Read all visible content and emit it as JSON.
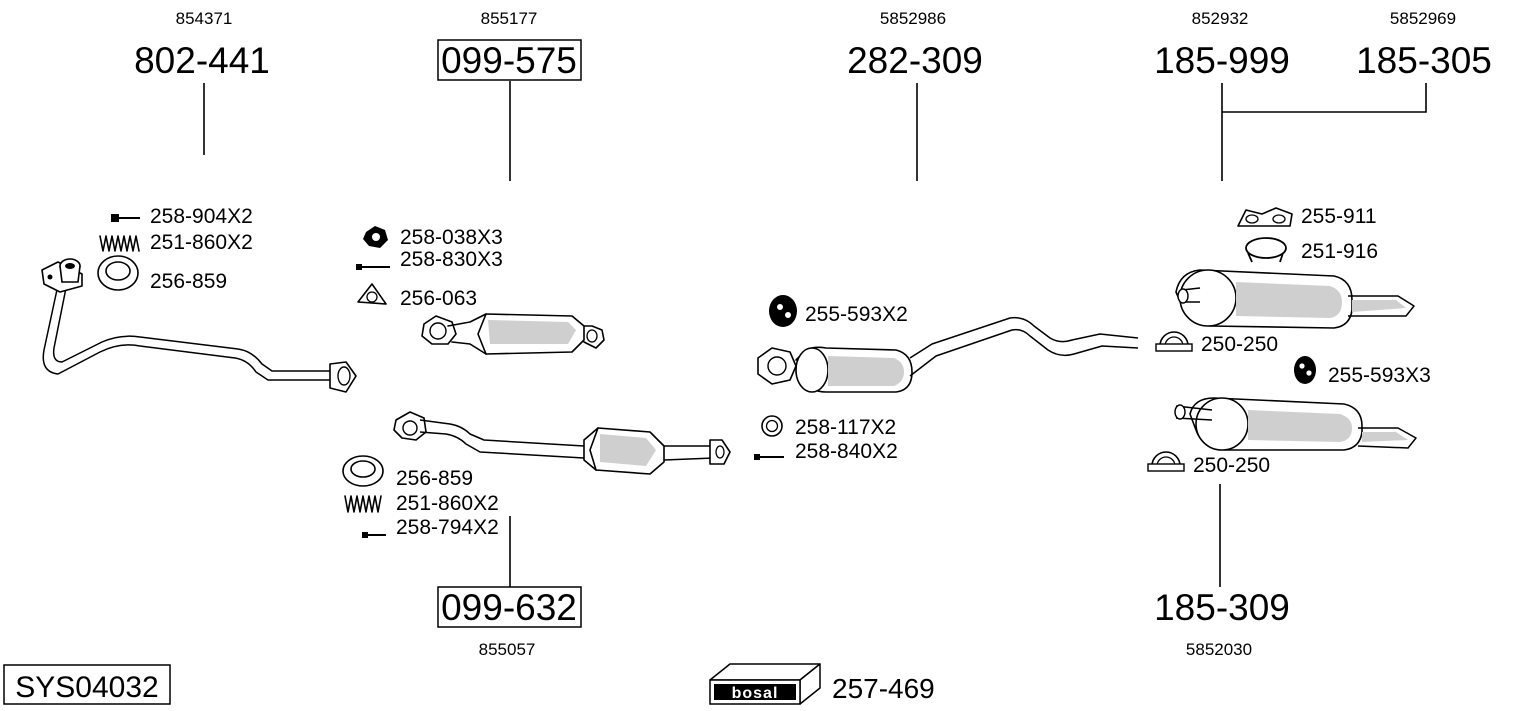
{
  "system_code": "SYS04032",
  "brand": "bosal",
  "brand_kit": "257-469",
  "parts": [
    {
      "id": "p1",
      "number": "802-441",
      "ref": "854371",
      "boxed": false
    },
    {
      "id": "p2",
      "number": "099-575",
      "ref": "855177",
      "boxed": true
    },
    {
      "id": "p3",
      "number": "099-632",
      "ref": "855057",
      "boxed": true
    },
    {
      "id": "p4",
      "number": "282-309",
      "ref": "5852986",
      "boxed": false
    },
    {
      "id": "p5",
      "number": "185-999",
      "ref": "852932",
      "boxed": false
    },
    {
      "id": "p6",
      "number": "185-305",
      "ref": "5852969",
      "boxed": false
    },
    {
      "id": "p7",
      "number": "185-309",
      "ref": "5852030",
      "boxed": false
    }
  ],
  "accessories": [
    {
      "label": "258-904X2",
      "icon": "bolt-icon"
    },
    {
      "label": "251-860X2",
      "icon": "spring-icon"
    },
    {
      "label": "256-859",
      "icon": "sealing-ring-icon"
    },
    {
      "label": "258-038X3",
      "icon": "nut-icon"
    },
    {
      "label": "258-830X3",
      "icon": "bolt-icon"
    },
    {
      "label": "256-063",
      "icon": "gasket-icon"
    },
    {
      "label": "256-859",
      "icon": "sealing-ring-icon"
    },
    {
      "label": "251-860X2",
      "icon": "spring-icon"
    },
    {
      "label": "258-794X2",
      "icon": "bolt-icon"
    },
    {
      "label": "255-593X2",
      "icon": "rubber-mount-icon"
    },
    {
      "label": "258-117X2",
      "icon": "ring-icon"
    },
    {
      "label": "258-840X2",
      "icon": "bolt-icon"
    },
    {
      "label": "255-911",
      "icon": "hanger-bracket-icon"
    },
    {
      "label": "251-916",
      "icon": "clamp-icon"
    },
    {
      "label": "250-250",
      "icon": "u-clamp-icon"
    },
    {
      "label": "255-593X3",
      "icon": "rubber-mount-icon"
    },
    {
      "label": "250-250",
      "icon": "u-clamp-icon"
    }
  ]
}
